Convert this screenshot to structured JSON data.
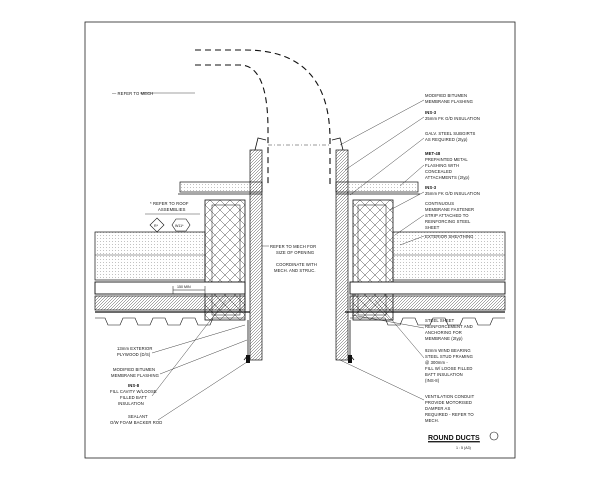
{
  "drawing": {
    "title": "ROUND DUCTS",
    "scale": "1 : 5 (A3)",
    "left_notes": {
      "refer_mech": "— REFER TO MECH",
      "refer_roof_1": "* REFER TO ROOF",
      "refer_roof_2": "ASSEMBLIES",
      "callout_r": "R*",
      "callout_w": "W11*",
      "dim_150": "150 MIN",
      "plywood": [
        "13mm EXTERIOR",
        "PLYWOOD (D/S)"
      ],
      "membrane": [
        "MODIFIED BITUMEN",
        "MEMBRANE FLASHING"
      ],
      "ins_title": "INS-8",
      "ins": [
        "FILL CAVITY W/LOOSE",
        "FILLED BATT",
        "INSULATION"
      ],
      "sealant": [
        "SEALANT",
        "O/W FOAM BACKER ROD"
      ]
    },
    "center_notes": {
      "refer_mech_size": [
        "REFER TO MECH FOR",
        "SIZE OF OPENING"
      ],
      "coordinate": [
        "COORDINATE WITH",
        "MECH. AND STRUC."
      ]
    },
    "right_notes": {
      "n1": [
        "MODIFIED BITUMEN",
        "MEMBRANE FLASHING"
      ],
      "n2": [
        "INS-3",
        "25mm FK G/D INSULATION"
      ],
      "n3": [
        "GALV. STEEL SUBGIRTS",
        "AS REQUIRED (2typ)"
      ],
      "n4": [
        "MET-48",
        "PREPAINTED METAL",
        "FLASHING WITH",
        "CONCEALED",
        "ATTACHMENTS (2typ)"
      ],
      "n5": [
        "INS-3",
        "25mm FK G/D INSULATION"
      ],
      "n6": [
        "CONTINUOUS",
        "MEMBRANE FASTENER",
        "STRIP ATTACHED TO",
        "REINFORCING STEEL",
        "SHEET"
      ],
      "n7": [
        "EXTERIOR SHEATHING"
      ],
      "n8": [
        "STEEL SHEET",
        "REINFORCEMENT AND",
        "ANCHORING FOR",
        "MEMBRANE (2typ)"
      ],
      "n9": [
        "92mm WIND BEARING",
        "STEEL STUD FRAMING",
        "@ 300mm -",
        "FILL W/ LOOSE FILLED",
        "BATT INSULATION",
        "(INS-8)"
      ],
      "n10": [
        "VENTILATION CONDUIT",
        "PROVIDE MOTORISED",
        "DAMPER AS",
        "REQUIRED - REFER TO",
        "MECH."
      ]
    }
  }
}
